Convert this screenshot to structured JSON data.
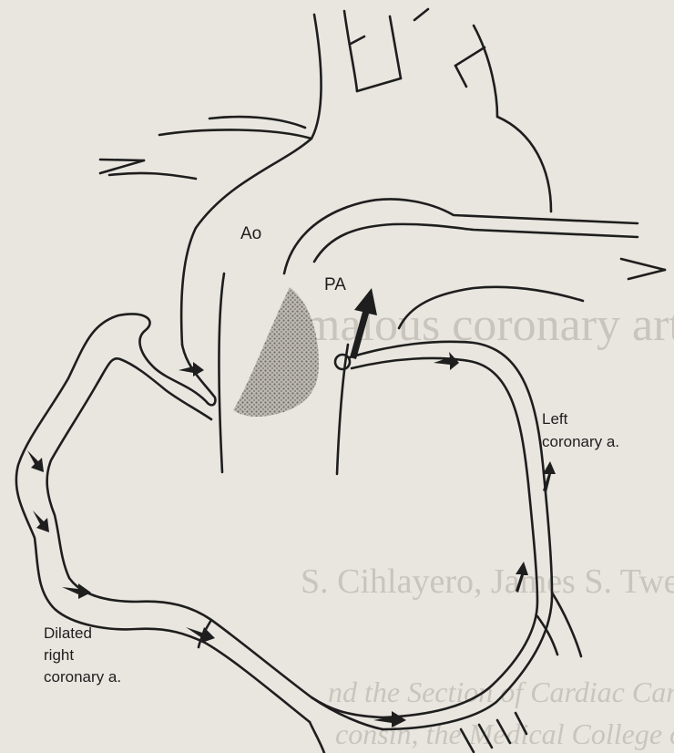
{
  "diagram": {
    "labels": {
      "aorta": "Ao",
      "pulmonary_artery": "PA",
      "left_coronary": [
        "Left",
        "coronary a."
      ],
      "right_coronary": [
        "Dilated",
        "right",
        "coronary a."
      ]
    },
    "bleed_through_text": {
      "heading": "malous coronary art",
      "authors": "S. Cihlayero, James S. Tweddell",
      "affiliation_1": "nd the Section of Cardiac Care, Depa",
      "affiliation_2": "consin, the Medical College of Wiscons"
    },
    "colors": {
      "ink": "#1e1e1e",
      "paper": "#e9e6e0",
      "bleed_through": "#c9c5bd",
      "shading": "#8a8782"
    }
  }
}
